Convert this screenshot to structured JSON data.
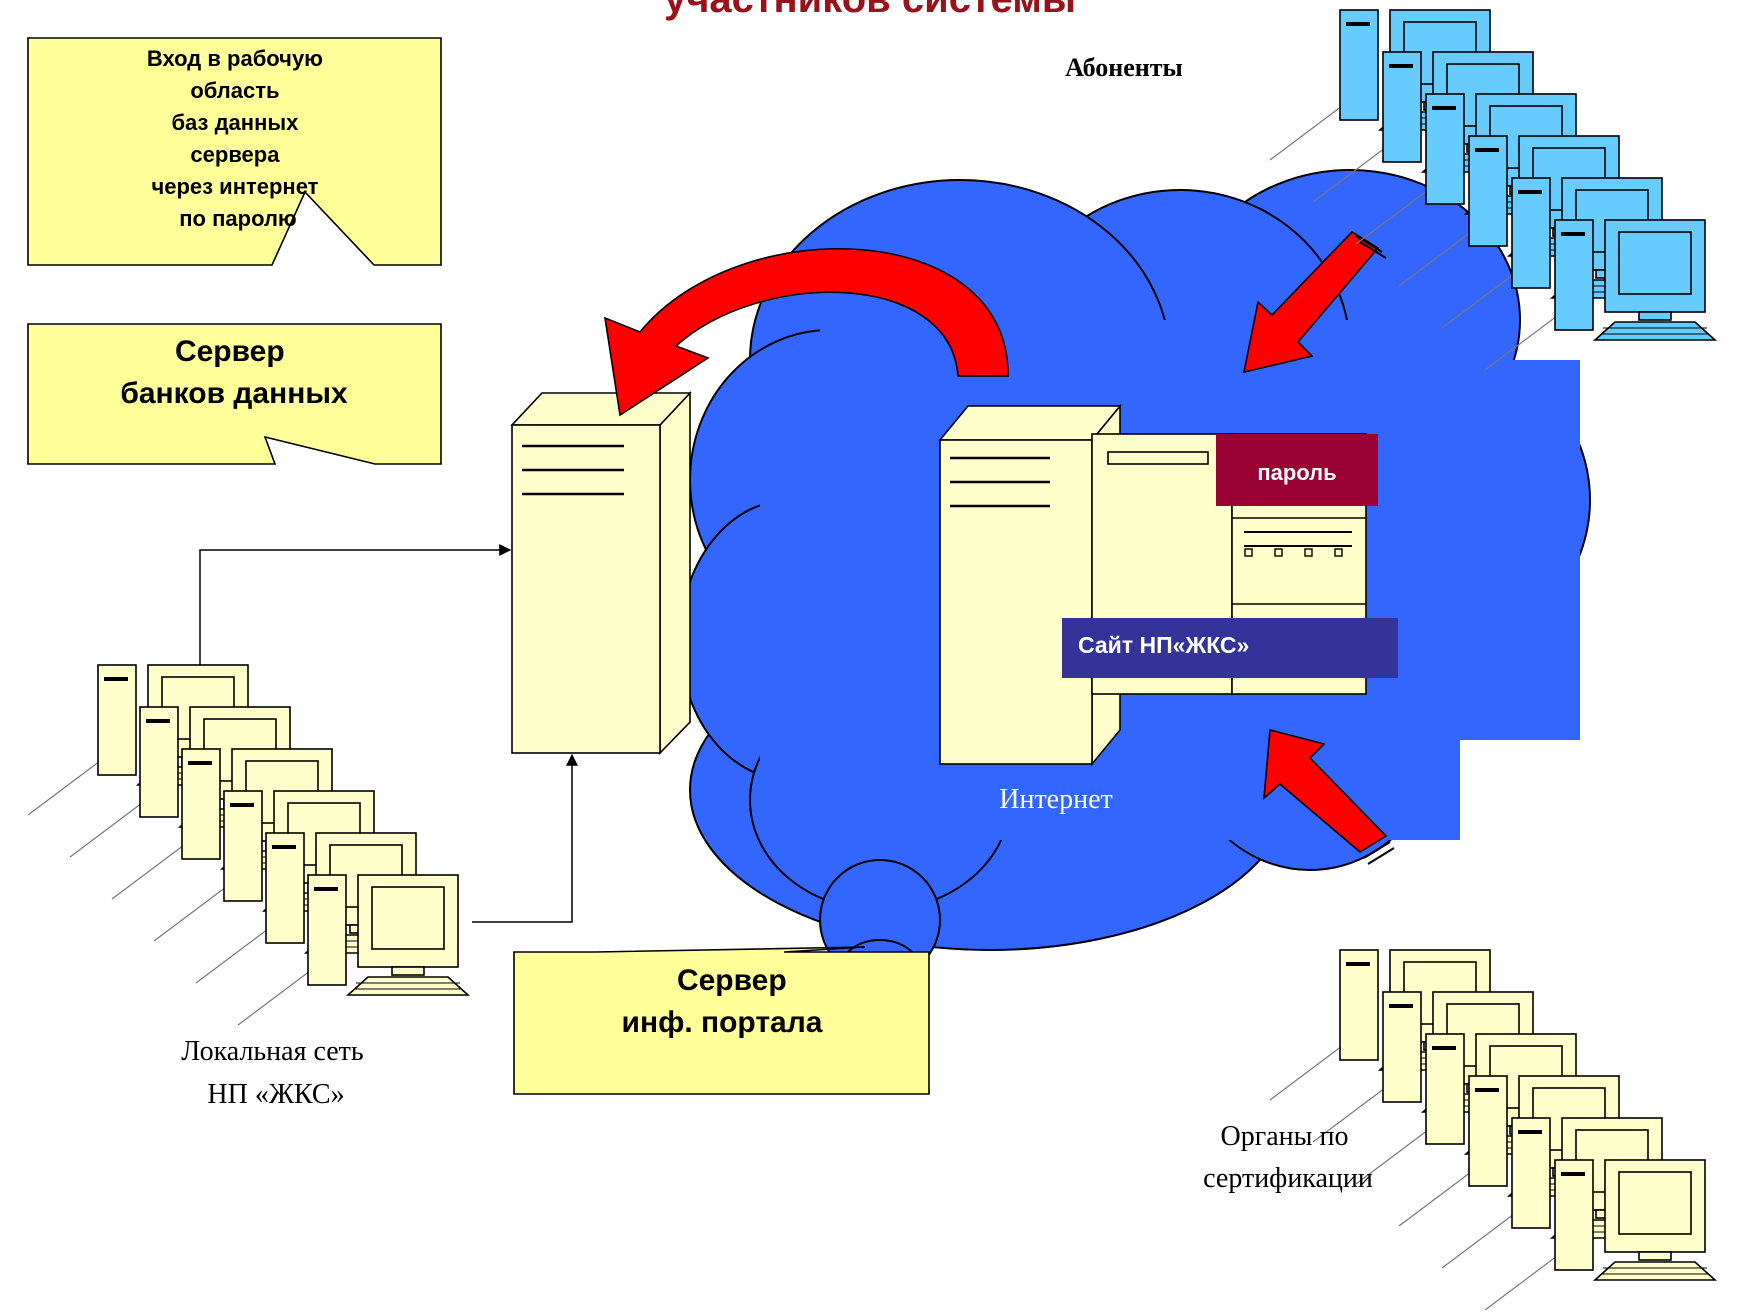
{
  "title": "участников системы",
  "callouts": {
    "login": [
      "Вход в рабочую",
      "область",
      "баз данных",
      "сервера",
      "через интернет",
      "по паролю"
    ],
    "db_server": [
      "Сервер",
      "банков данных"
    ],
    "portal_server": [
      "Сервер",
      "инф. портала"
    ]
  },
  "labels": {
    "subscribers": "Абоненты",
    "internet": "Интернет",
    "local_network": [
      "Локальная сеть",
      "НП «ЖКС»"
    ],
    "certification": [
      "Органы по",
      "сертификации"
    ],
    "password": "пароль",
    "site": "Сайт НП«ЖКС»"
  },
  "colors": {
    "cloud": "#3366ff",
    "server_fill": "#ffffcc",
    "callout_fill": "#ffff99",
    "arrow": "#ff0000",
    "pc_blue": "#66ccff",
    "pc_cream": "#ffffcc",
    "password_badge": "#990033",
    "site_badge": "#333399",
    "title": "#99111b"
  },
  "icons": {
    "workstation": "desktop-computer-icon",
    "server": "tower-server-icon",
    "network": "internet-cloud-icon"
  }
}
